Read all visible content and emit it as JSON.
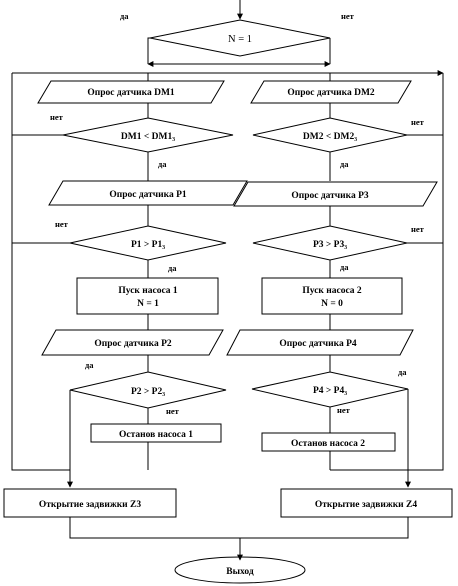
{
  "colors": {
    "stroke": "#000000",
    "background": "#ffffff"
  },
  "decision_top": {
    "text": "N = 1",
    "yes": "да",
    "no": "нет"
  },
  "left_branch": {
    "poll_dm": "Опрос датчика DM1",
    "dm_check": "DM1 < DM1₃",
    "dm_yes": "да",
    "dm_no": "нет",
    "poll_p1": "Опрос датчика P1",
    "p1_check": "P1 > P1₃",
    "p1_yes": "да",
    "p1_no": "нет",
    "pump_start_line1": "Пуск насоса 1",
    "pump_start_line2": "N = 1",
    "poll_p2": "Опрос датчика P2",
    "p2_check": "P2 > P2₃",
    "p2_yes": "да",
    "p2_no": "нет",
    "pump_stop": "Останов насоса 1",
    "valve_open": "Открытие задвижки Z3"
  },
  "right_branch": {
    "poll_dm": "Опрос датчика DM2",
    "dm_check": "DM2 < DM2₃",
    "dm_yes": "да",
    "dm_no": "нет",
    "poll_p3": "Опрос датчика P3",
    "p3_check": "P3 > P3₃",
    "p3_yes": "да",
    "p3_no": "нет",
    "pump_start_line1": "Пуск насоса 2",
    "pump_start_line2": "N = 0",
    "poll_p4": "Опрос датчика P4",
    "p4_check": "P4 > P4₃",
    "p4_yes": "да",
    "p4_no": "нет",
    "pump_stop": "Останов насоса 2",
    "valve_open": "Открытие задвижки Z4"
  },
  "exit": {
    "text": "Выход"
  }
}
